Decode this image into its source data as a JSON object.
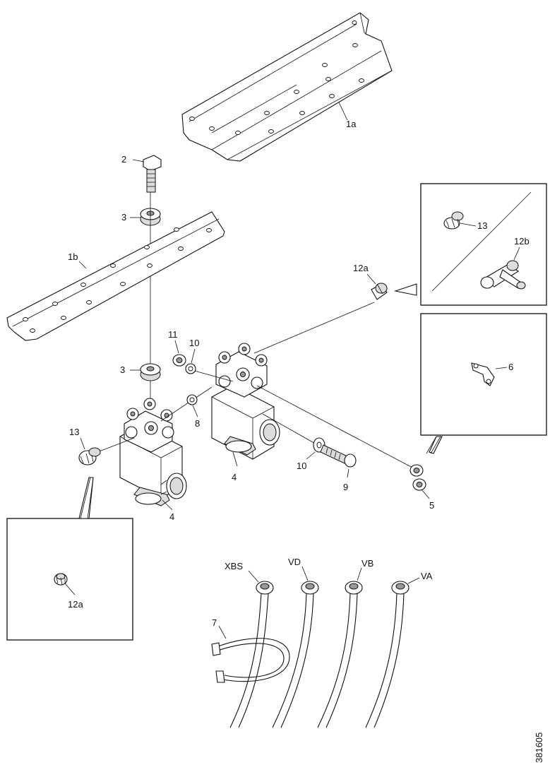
{
  "labels": {
    "p1a": "1a",
    "p1b": "1b",
    "p2": "2",
    "p3_top": "3",
    "p3_bottom": "3",
    "p4_left": "4",
    "p4_right": "4",
    "p5": "5",
    "p6": "6",
    "p7": "7",
    "p8": "8",
    "p9": "9",
    "p10_top": "10",
    "p10_bottom": "10",
    "p11": "11",
    "p12a_center": "12a",
    "p12a_inset": "12a",
    "p12b": "12b",
    "p13_left": "13",
    "p13_inset": "13",
    "xbs": "XBS",
    "vd": "VD",
    "vb": "VB",
    "va": "VA",
    "drawing_number": "381605"
  },
  "icons": {
    "bracket_1a": "bracket-plate-icon",
    "bracket_1b": "bracket-plate-icon",
    "valve": "solenoid-valve-icon",
    "hose": "hose-icon",
    "clamp": "hose-clamp-icon"
  }
}
